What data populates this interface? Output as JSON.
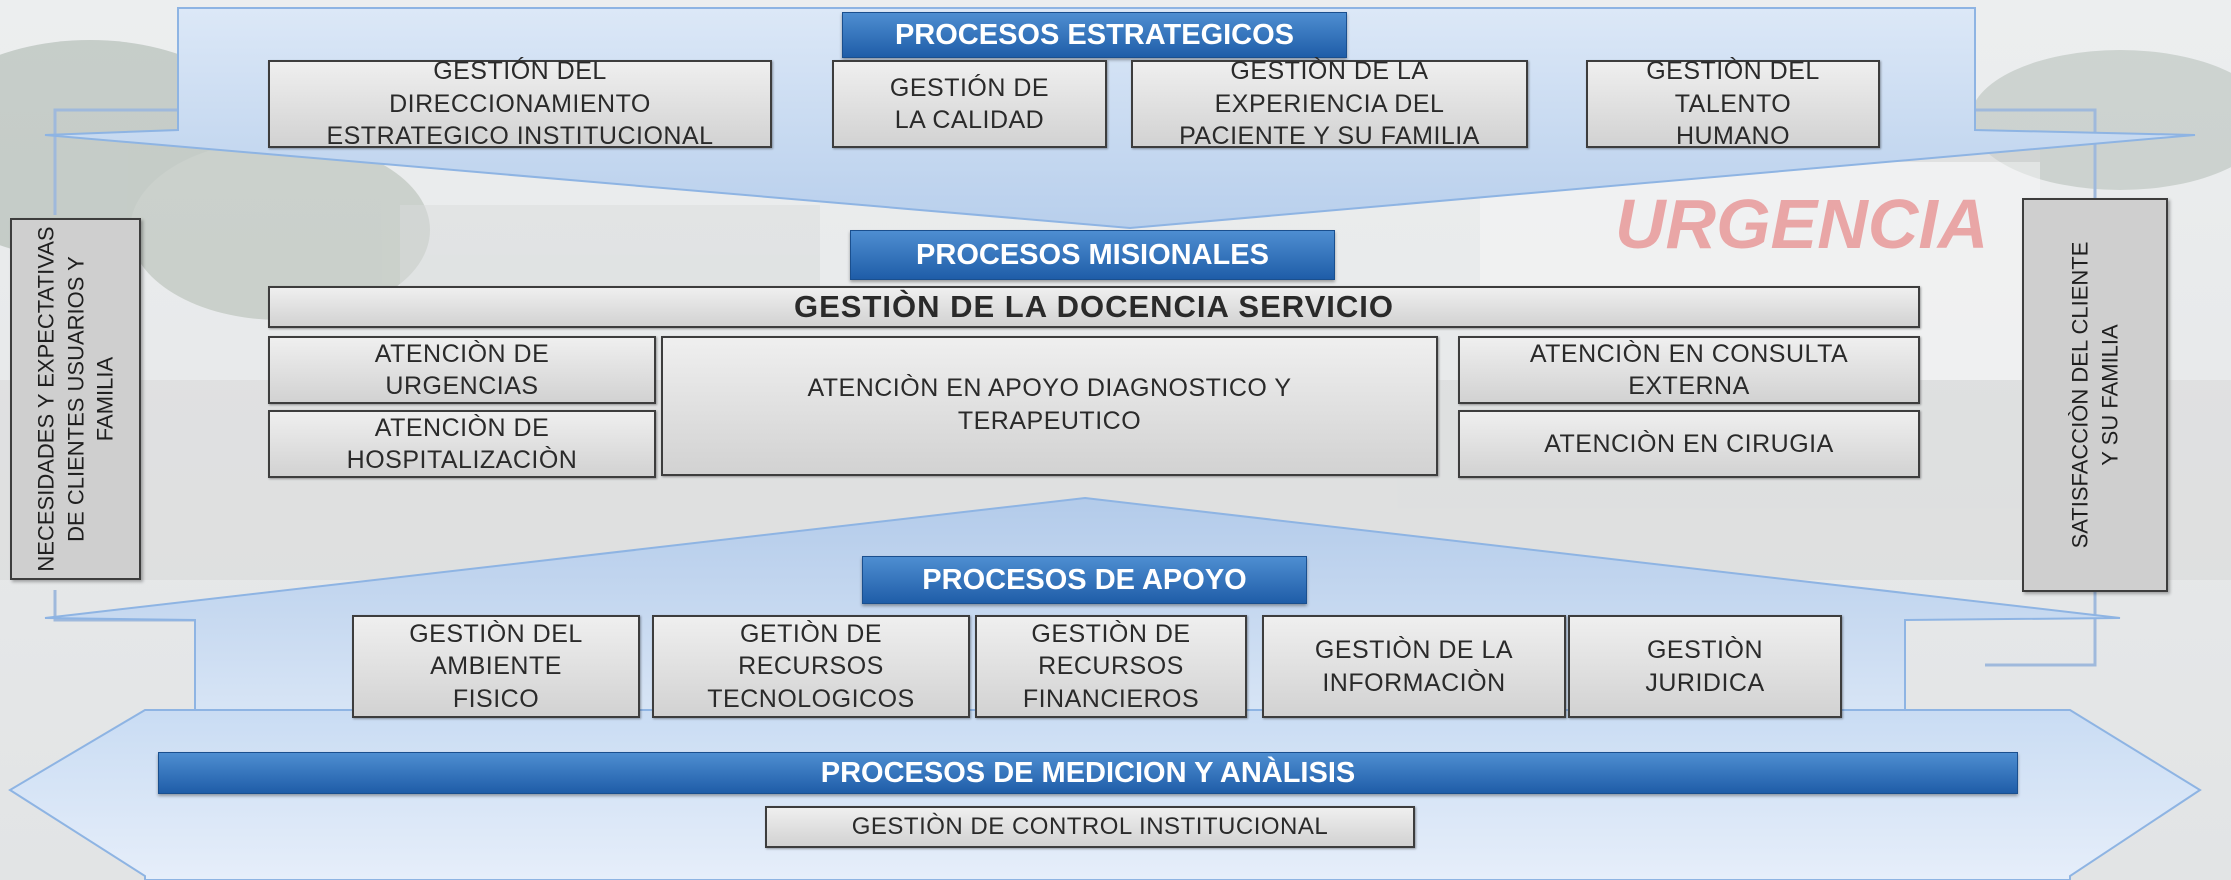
{
  "colors": {
    "arrow_fill": "#c5d9f1",
    "arrow_stroke": "#8eb4e3",
    "banner": "#2e6fbd",
    "box": "#dcdcdc",
    "watermark": "#e46a6a"
  },
  "watermark_text": "URGENCIA",
  "strategic": {
    "title": "PROCESOS ESTRATEGICOS",
    "items": [
      {
        "lines": [
          "GESTIÓN DEL",
          "DIRECCIONAMIENTO",
          "ESTRATEGICO INSTITUCIONAL"
        ]
      },
      {
        "lines": [
          "GESTIÓN DE",
          "LA CALIDAD"
        ]
      },
      {
        "lines": [
          "GESTIÒN DE  LA",
          "EXPERIENCIA DEL",
          "PACIENTE Y SU FAMILIA"
        ]
      },
      {
        "lines": [
          "GESTIÒN DEL",
          "TALENTO",
          "HUMANO"
        ]
      }
    ]
  },
  "missional": {
    "title": "PROCESOS MISIONALES",
    "teaching": "GESTIÒN DE LA DOCENCIA SERVICIO",
    "items": [
      {
        "lines": [
          "ATENCIÒN DE",
          "URGENCIAS"
        ]
      },
      {
        "lines": [
          "ATENCIÒN DE",
          "HOSPITALIZACIÒN"
        ]
      },
      {
        "lines": [
          "ATENCIÒN EN APOYO DIAGNOSTICO Y",
          "TERAPEUTICO"
        ]
      },
      {
        "lines": [
          "ATENCIÒN EN CONSULTA",
          "EXTERNA"
        ]
      },
      {
        "lines": [
          "ATENCIÒN EN CIRUGIA"
        ]
      }
    ]
  },
  "support": {
    "title": "PROCESOS DE APOYO",
    "items": [
      {
        "lines": [
          "GESTIÒN DEL",
          "AMBIENTE",
          "FISICO"
        ]
      },
      {
        "lines": [
          "GETIÒN DE",
          "RECURSOS",
          "TECNOLOGICOS"
        ]
      },
      {
        "lines": [
          "GESTIÒN DE",
          "RECURSOS",
          "FINANCIEROS"
        ]
      },
      {
        "lines": [
          "GESTIÒN DE LA",
          "INFORMACIÒN"
        ]
      },
      {
        "lines": [
          "GESTIÒN",
          "JURIDICA"
        ]
      }
    ]
  },
  "measurement": {
    "title": "PROCESOS DE MEDICION Y ANÀLISIS",
    "item": "GESTIÒN DE CONTROL INSTITUCIONAL"
  },
  "left_panel": {
    "lines": [
      "NECESIDADES Y EXPECTATIVAS",
      "DE CLIENTES USUARIOS Y",
      "FAMILIA"
    ]
  },
  "right_panel": {
    "lines": [
      "SATISFACCIÒN DEL CLIENTE",
      "Y SU FAMILIA"
    ]
  }
}
